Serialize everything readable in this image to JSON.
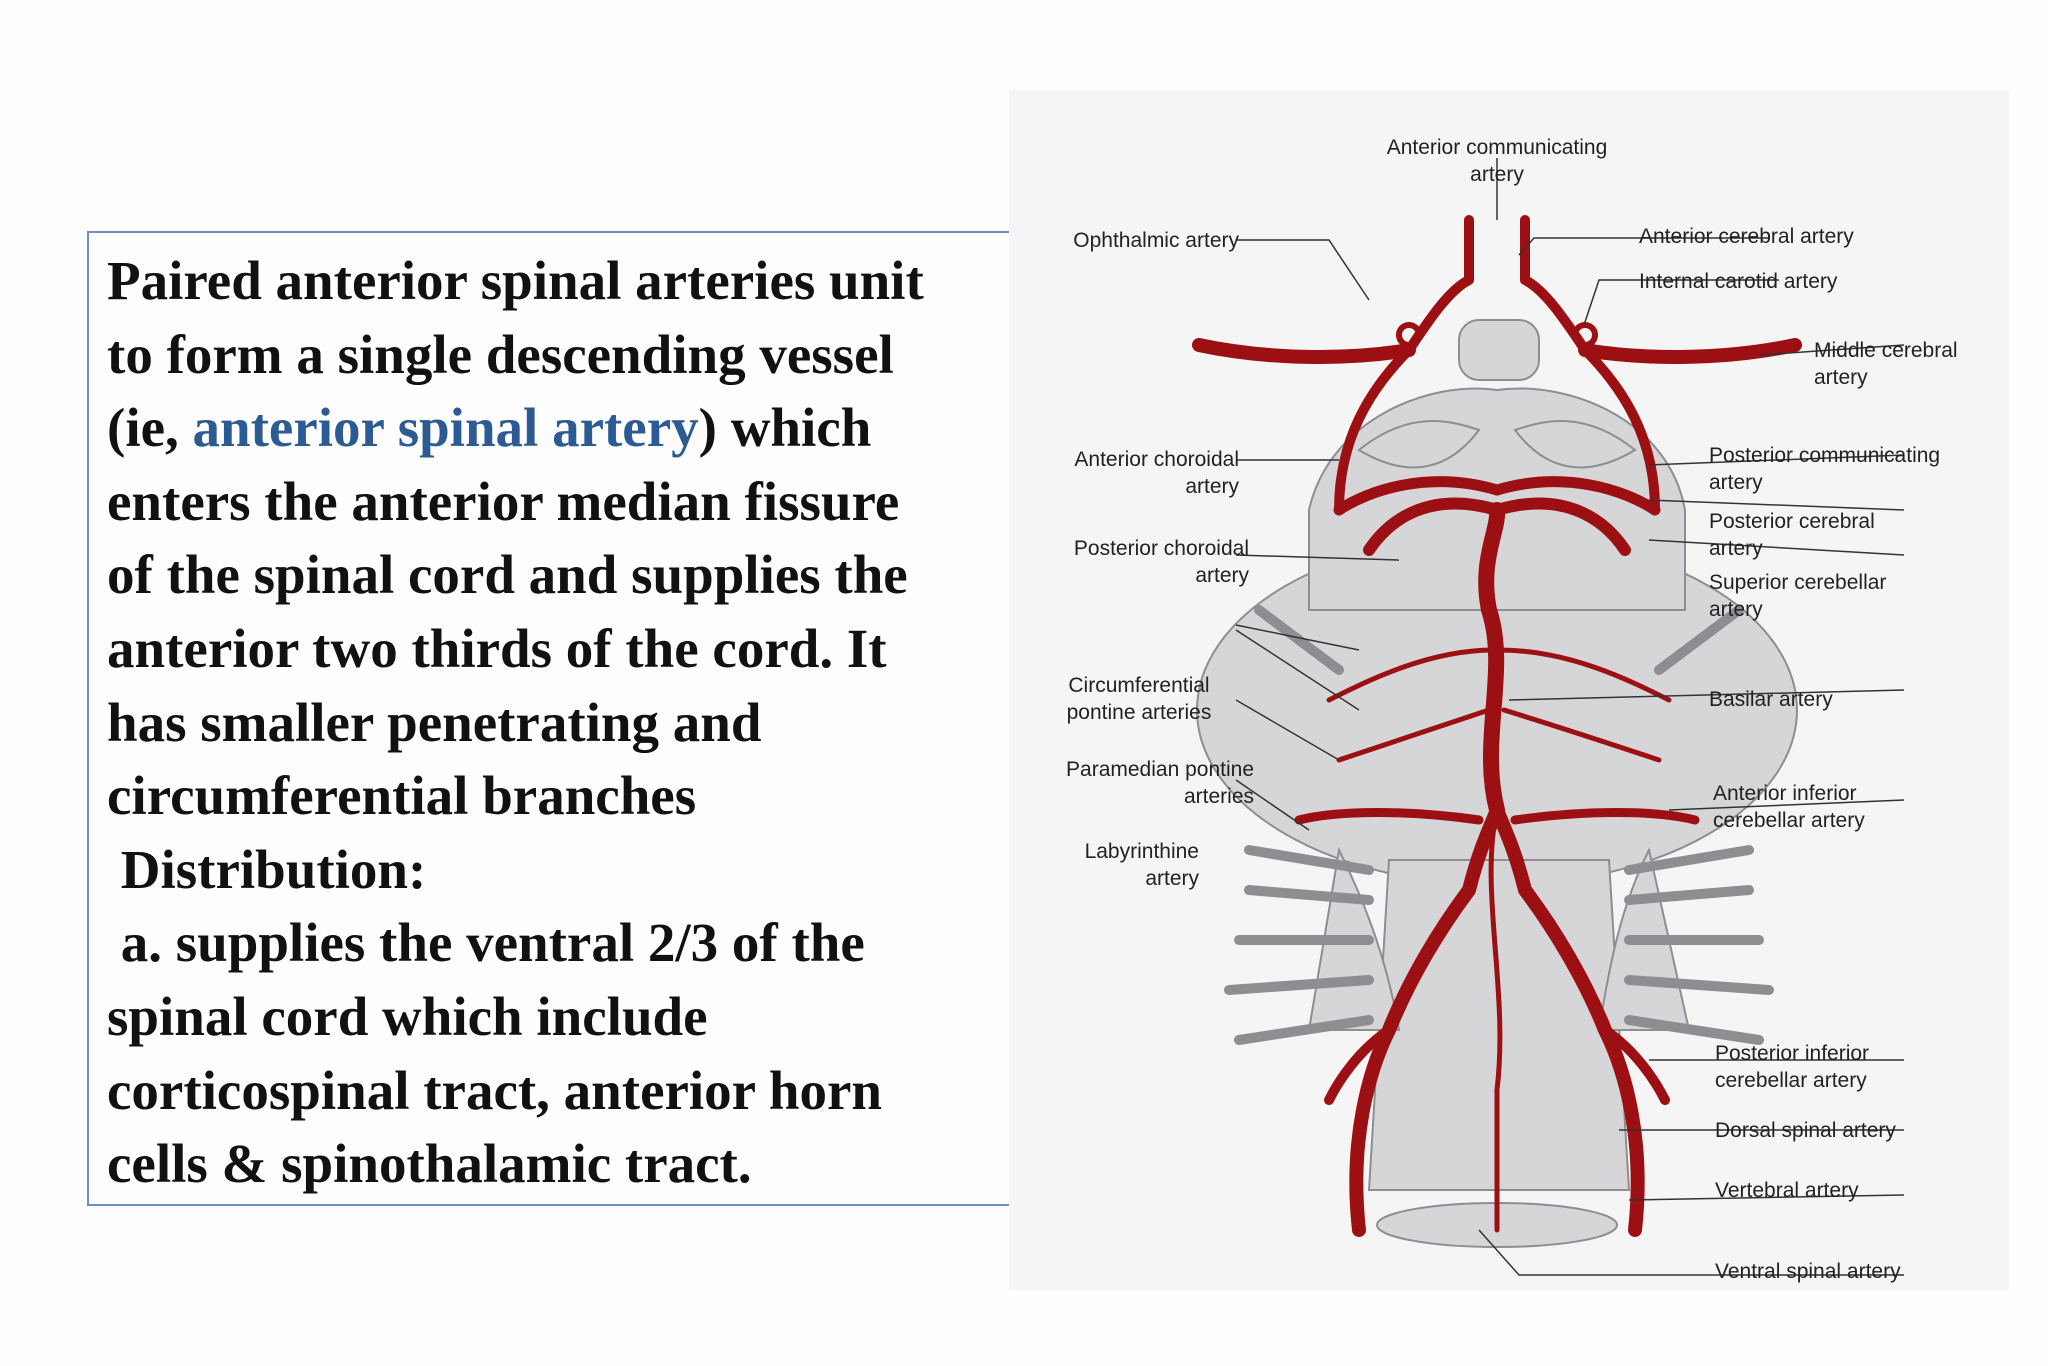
{
  "text_panel": {
    "lines": [
      "Paired anterior spinal arteries unit",
      "to form a single descending vessel",
      "(ie, ",
      "anterior spinal artery",
      ") which",
      "enters the anterior median fissure",
      "of the spinal cord and supplies the",
      "anterior two thirds of the cord. It",
      "has smaller penetrating and",
      "circumferential branches",
      " Distribution:",
      " a. supplies the ventral 2/3 of the",
      "spinal cord which include",
      "corticospinal tract, anterior horn",
      "cells & spinothalamic tract."
    ],
    "highlight_color": "#2c5b93"
  },
  "figure": {
    "vessel_color": "#9c0f12",
    "labels": {
      "ant_communicating": [
        "Anterior communicating",
        "artery"
      ],
      "ophthalmic": [
        "Ophthalmic artery"
      ],
      "ant_cerebral": [
        "Anterior cerebral artery"
      ],
      "int_carotid": [
        "Internal carotid artery"
      ],
      "middle_cerebral": [
        "Middle cerebral",
        "artery"
      ],
      "ant_choroidal": [
        "Anterior choroidal",
        "artery"
      ],
      "post_communicating": [
        "Posterior communicating",
        "artery"
      ],
      "post_cerebral": [
        "Posterior cerebral",
        "artery"
      ],
      "post_choroidal": [
        "Posterior choroidal",
        "artery"
      ],
      "sup_cerebellar": [
        "Superior cerebellar",
        "artery"
      ],
      "circumferential": [
        "Circumferential",
        "pontine arteries"
      ],
      "basilar": [
        "Basilar artery"
      ],
      "paramedian": [
        "Paramedian pontine",
        "arteries"
      ],
      "ant_inf_cerebellar": [
        "Anterior inferior",
        "cerebellar artery"
      ],
      "labyrinthine": [
        "Labyrinthine",
        "artery"
      ],
      "post_inf_cerebellar": [
        "Posterior inferior",
        "cerebellar artery"
      ],
      "dorsal_spinal": [
        "Dorsal spinal artery"
      ],
      "vertebral": [
        "Vertebral artery"
      ],
      "ventral_spinal": [
        "Ventral spinal artery"
      ]
    }
  }
}
